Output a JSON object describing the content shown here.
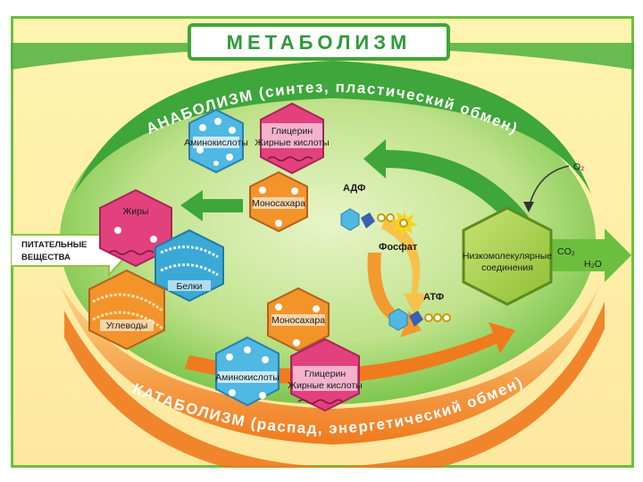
{
  "title": "МЕТАБОЛИЗМ",
  "anabolism_label": "АНАБОЛИЗМ (синтез, пластический обмен)",
  "catabolism_label": "КАТАБОЛИЗМ (распад, энергетический обмен)",
  "input_label": [
    "ПИТАТЕЛЬНЫЕ",
    "ВЕЩЕСТВА"
  ],
  "top_hexes": {
    "amino": "Аминокислоты",
    "glycerin": [
      "Глицерин",
      "Жирные кислоты"
    ],
    "monosugar": "Моносахара"
  },
  "left_hexes": {
    "fats": "Жиры",
    "proteins": "Белки",
    "carbs": "Углеводы"
  },
  "bottom_hexes": {
    "monosugar": "Моносахара",
    "amino": "Аминокислоты",
    "glycerin": [
      "Глицерин",
      "Жирные кислоты"
    ]
  },
  "molecules": {
    "adp": "АДФ",
    "phosphate": "Фосфат",
    "atp": "АТФ"
  },
  "low_molecular": [
    "Низкомолекулярные",
    "соединения"
  ],
  "gases": {
    "o2": "O₂",
    "co2": "CO₂",
    "h2o": "H₂O"
  },
  "colors": {
    "green_dark": "#3ea63a",
    "green_light": "#b8e07c",
    "orange": "#f07a1e",
    "orange_light": "#fbb84a",
    "cream": "#fff6c8",
    "fat_pink": "#e2417e",
    "protein_blue": "#3ba9d6",
    "carb_orange": "#f2942a",
    "lowmol_green": "#a8cf45"
  }
}
